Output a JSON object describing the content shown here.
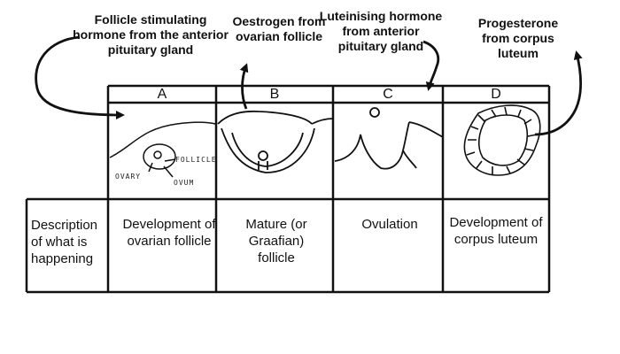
{
  "hormones": {
    "fsh": "Follicle stimulating hormone from the anterior pituitary gland",
    "oestrogen": "Oestrogen from ovarian follicle",
    "lh": "Luteinising hormone from anterior pituitary gland",
    "progesterone": "Progesterone from corpus luteum"
  },
  "stages": [
    {
      "letter": "A",
      "description": "Development of ovarian follicle"
    },
    {
      "letter": "B",
      "description": "Mature (or Graafian) follicle"
    },
    {
      "letter": "C",
      "description": "Ovulation"
    },
    {
      "letter": "D",
      "description": "Development of corpus luteum"
    }
  ],
  "row_label": "Description of what is happening",
  "sketch_labels": {
    "follicle": "FOLLICLE",
    "ovary": "OVARY",
    "ovum": "OVUM"
  },
  "colors": {
    "ink": "#111111",
    "background": "#ffffff"
  }
}
